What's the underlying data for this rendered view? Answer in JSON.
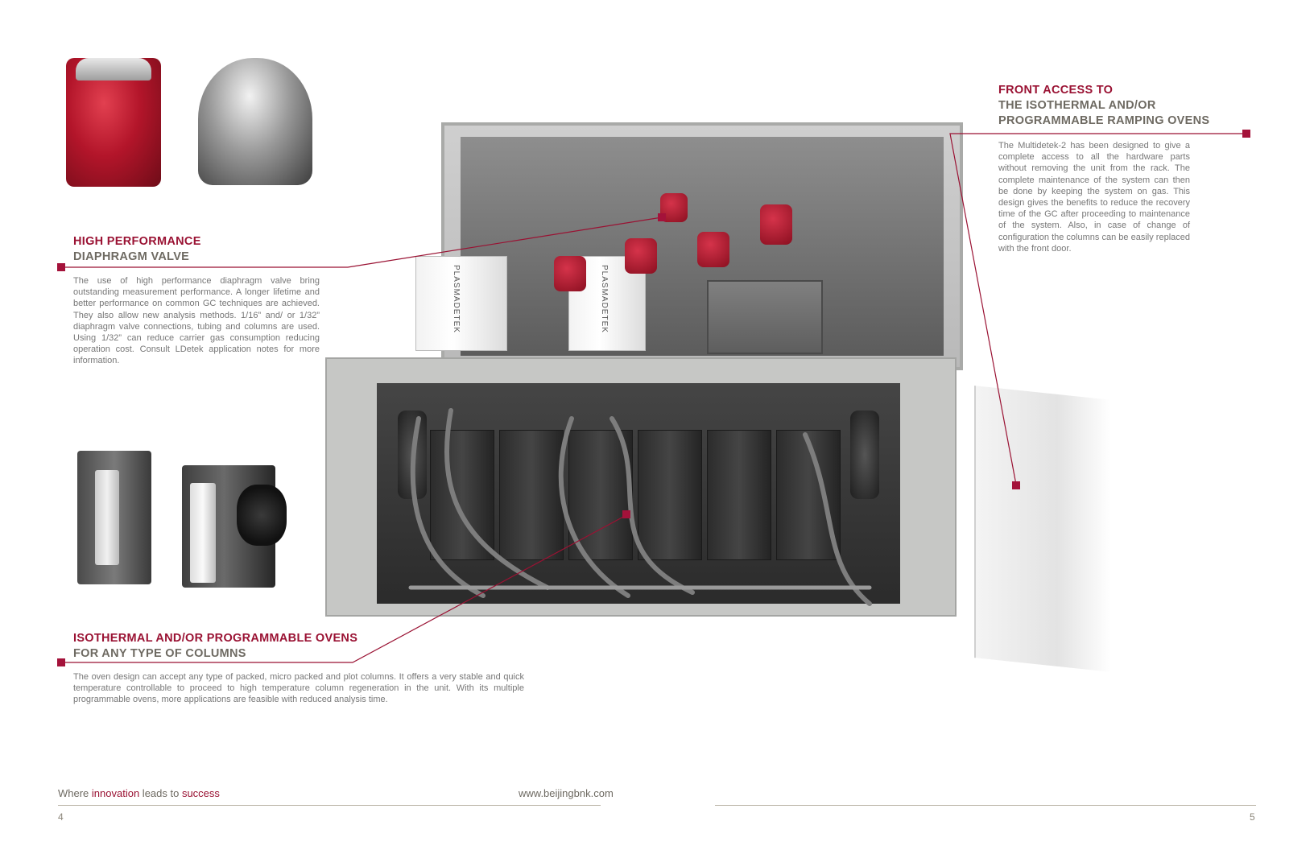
{
  "sections": {
    "diaphragm": {
      "title_line1": "HIGH PERFORMANCE",
      "title_line2": "DIAPHRAGM VALVE",
      "body": "The use of high performance diaphragm valve bring outstanding measurement performance. A longer lifetime and better performance on common GC techniques are achieved. They also allow new analysis methods. 1/16” and/ or 1/32” diaphragm valve connections, tubing and columns are used. Using 1/32” can reduce carrier gas consumption reducing operation cost. Consult LDetek application notes for more information."
    },
    "ovens": {
      "title_line1": "ISOTHERMAL AND/OR PROGRAMMABLE OVENS",
      "title_line2": "FOR ANY TYPE OF COLUMNS",
      "body": "The oven design can accept any type of packed, micro packed and plot columns. It offers a very stable and quick temperature controllable to proceed to high temperature column regeneration in the unit. With its multiple programmable ovens, more applications are feasible with reduced analysis time."
    },
    "front_access": {
      "title_line1": "FRONT ACCESS TO",
      "title_line2": "THE ISOTHERMAL AND/OR",
      "title_line3": "PROGRAMMABLE RAMPING OVENS",
      "body": "The Multidetek-2 has been designed to give a complete access to all the hardware parts without removing the unit from the rack. The complete maintenance of the system can then be done by keeping the system on gas. This design gives the benefits to reduce the recovery time of the GC after proceeding to maintenance of the system. Also, in case of change of configuration the columns can be easily replaced with the front door."
    }
  },
  "device_labels": {
    "box_label": "PLASMADETEK"
  },
  "footer": {
    "tagline_part1": "Where ",
    "tagline_part2": "innovation",
    "tagline_part3": " leads to ",
    "tagline_part4": "success",
    "website": "www.beijingbnk.com",
    "page_left": "4",
    "page_right": "5"
  },
  "colors": {
    "accent": "#9a1233",
    "heading_gray": "#6e6a62",
    "body_text": "#777777",
    "rule": "#b9b3a5"
  }
}
